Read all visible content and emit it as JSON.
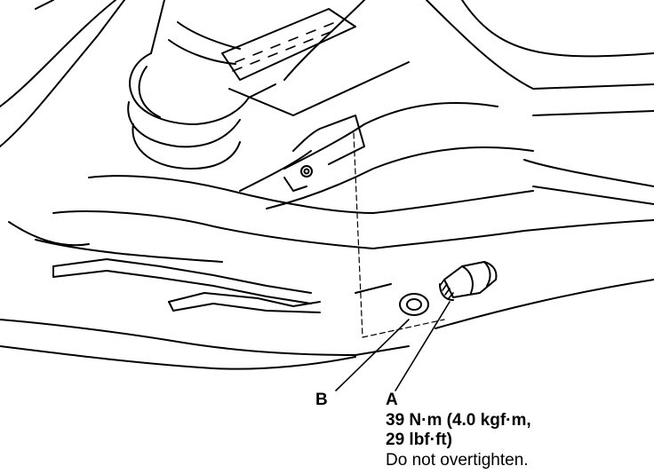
{
  "callouts": {
    "b": {
      "letter": "B"
    },
    "a": {
      "letter": "A",
      "torque_line1": "39 N·m (4.0 kgf·m,",
      "torque_line2": "29 lbf·ft)",
      "note": "Do not overtighten."
    }
  },
  "colors": {
    "ink": "#000000",
    "paper": "#ffffff"
  }
}
